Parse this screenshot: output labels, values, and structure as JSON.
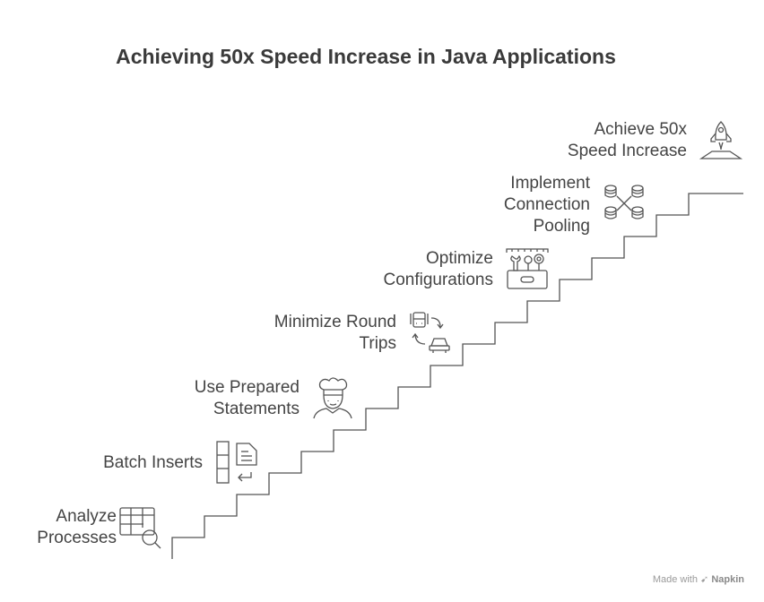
{
  "title": "Achieving 50x Speed Increase in Java Applications",
  "steps": [
    {
      "lines": [
        "Analyze",
        "Processes"
      ],
      "icon": "spreadsheet-search-icon"
    },
    {
      "lines": [
        "Batch Inserts"
      ],
      "icon": "batch-documents-icon"
    },
    {
      "lines": [
        "Use Prepared",
        "Statements"
      ],
      "icon": "chef-icon"
    },
    {
      "lines": [
        "Minimize Round",
        "Trips"
      ],
      "icon": "round-trip-vehicles-icon"
    },
    {
      "lines": [
        "Optimize",
        "Configurations"
      ],
      "icon": "tools-config-icon"
    },
    {
      "lines": [
        "Implement",
        "Connection",
        "Pooling"
      ],
      "icon": "database-pool-icon"
    },
    {
      "lines": [
        "Achieve 50x",
        "Speed Increase"
      ],
      "icon": "rocket-icon"
    }
  ],
  "footer": {
    "prefix": "Made with",
    "brand": "Napkin"
  }
}
